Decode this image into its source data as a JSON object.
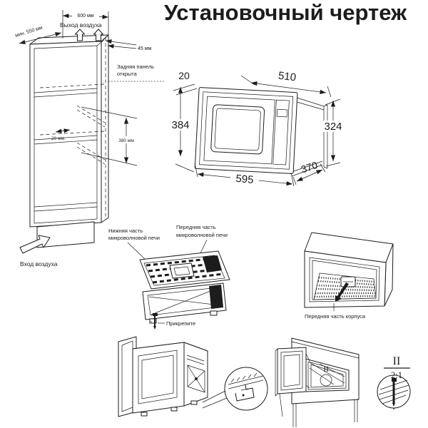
{
  "title": "Установочный чертеж",
  "colors": {
    "ink": "#1c1c1c",
    "bg": "#ffffff"
  },
  "cabinet": {
    "width": "600 мм",
    "depth": "мин. 550 мм",
    "air_out": "Выход воздуха",
    "top_gap": "45 мм",
    "rear_panel_line1": "Задняя панель",
    "rear_panel_line2": "открыта",
    "shelf_gap": "20 мм",
    "niche_height": "380 мм",
    "air_in": "Вход воздуха"
  },
  "front_view": {
    "overlap": "20",
    "body_width": "510",
    "height": "384",
    "body_height": "324",
    "width": "595",
    "depth": "370"
  },
  "exploded": {
    "bottom_line1": "Нижняя часть",
    "bottom_line2": "микроволновой печи",
    "front_line1": "Передняя часть",
    "front_line2": "микроволновой печи",
    "attach": "Прикрепите"
  },
  "housing": {
    "label": "Передняя часть корпуса"
  },
  "detail": {
    "mark_small": "II",
    "mark": "II",
    "scale": "2:1"
  }
}
